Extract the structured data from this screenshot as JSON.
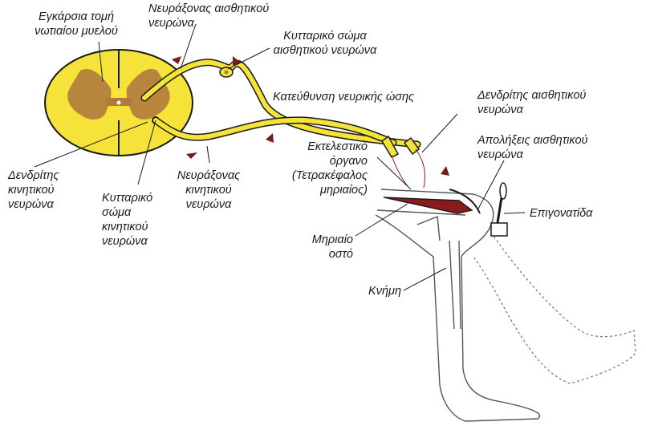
{
  "labels": {
    "spinal_cross_section": [
      "Εγκάρσια τομή",
      "νωτιαίου μυελού"
    ],
    "sensory_axon": [
      "Νευράξονας αισθητικού",
      "νευρώνα"
    ],
    "sensory_cell_body": [
      "Κυτταρικό σώμα",
      "αισθητικού νευρώνα"
    ],
    "impulse_direction": [
      "Κατεύθυνση νευρικής ώσης"
    ],
    "sensory_dendrite": [
      "Δενδρίτης αισθητικού",
      "νευρώνα"
    ],
    "sensory_endings": [
      "Απολήξεις αισθητικού",
      "νευρώνα"
    ],
    "effector_organ": [
      "Εκτελεστικό",
      "όργανο",
      "(Τετρακέφαλος",
      "μηριαίος)"
    ],
    "kneecap": [
      "Επιγονατίδα"
    ],
    "femur": [
      "Μηριαίο",
      "οστό"
    ],
    "tibia": [
      "Κνήμη"
    ],
    "motor_dendrite": [
      "Δενδρίτης",
      "κινητικού",
      "νευρώνα"
    ],
    "motor_cell_body": [
      "Κυτταρικό",
      "σώμα",
      "κινητικού",
      "νευρώνα"
    ],
    "motor_axon": [
      "Νευράξονας",
      "κινητικού",
      "νευρώνα"
    ]
  },
  "colors": {
    "white_matter": "#f5e33a",
    "gray_matter": "#b07a3c",
    "outline": "#1a1a1a",
    "nerve_fill": "#f5e33a",
    "arrow": "#7a1a1a",
    "muscle": "#8b1a1a",
    "leg_line": "#555555"
  }
}
